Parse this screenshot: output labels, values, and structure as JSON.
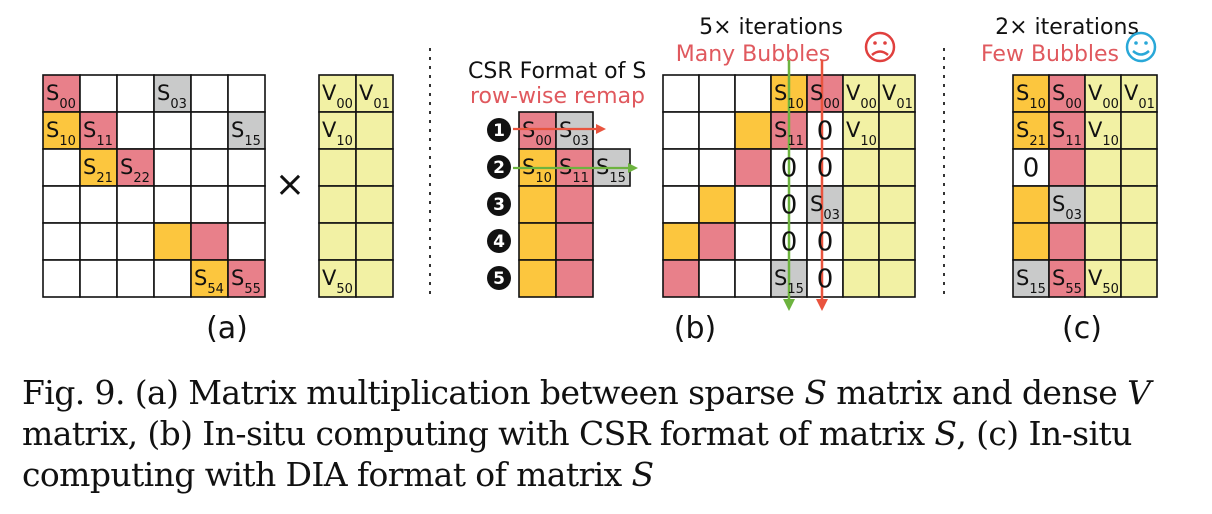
{
  "colors": {
    "red": "#E8808A",
    "orange": "#FCC63E",
    "gray": "#C9CACA",
    "yellow": "#F2F1A4",
    "white": "#FFFFFF",
    "arrow_red": "#E9543E",
    "arrow_green": "#6DB33F",
    "label_red": "#E0595E",
    "smiley_blue": "#29A8D8",
    "frown_red": "#E0403E"
  },
  "panel_a": {
    "label": "(a)",
    "times_symbol": "×",
    "S_matrix": [
      [
        "r:00",
        "w",
        "w",
        "g:03",
        "w",
        "w"
      ],
      [
        "o:10",
        "r:11",
        "w",
        "w",
        "w",
        "g:15"
      ],
      [
        "w",
        "o:21",
        "r:22",
        "w",
        "w",
        "w"
      ],
      [
        "w",
        "w",
        "w",
        "w",
        "w",
        "w"
      ],
      [
        "w",
        "w",
        "w",
        "o",
        "r",
        "w"
      ],
      [
        "w",
        "w",
        "w",
        "w",
        "o:54",
        "r:55"
      ]
    ],
    "V_matrix": [
      [
        "y:V00",
        "y:V01"
      ],
      [
        "y:V10",
        "y"
      ],
      [
        "y",
        "y"
      ],
      [
        "y",
        "y"
      ],
      [
        "y",
        "y"
      ],
      [
        "y:V50",
        "y"
      ]
    ]
  },
  "panel_b": {
    "label": "(b)",
    "title": "CSR Format of S",
    "subtitle": "row-wise remap",
    "row_numbers": [
      "1",
      "2",
      "3",
      "4",
      "5"
    ],
    "csr_rows": [
      [
        "r:00",
        "g:03"
      ],
      [
        "o:10",
        "r:11",
        "g:15"
      ],
      [
        "o",
        "r"
      ],
      [
        "o",
        "r"
      ],
      [
        "o",
        "r"
      ]
    ],
    "iterations": "5× iterations",
    "bubbles": "Many Bubbles",
    "grid": [
      [
        "w",
        "w",
        "w",
        "o:10",
        "r:00",
        "y:V00",
        "y:V01"
      ],
      [
        "w",
        "w",
        "o",
        "r:11",
        "z",
        "y:V10",
        "y"
      ],
      [
        "w",
        "w",
        "r",
        "z",
        "z",
        "y",
        "y"
      ],
      [
        "w",
        "o",
        "w",
        "z",
        "g:03",
        "y",
        "y"
      ],
      [
        "o",
        "r",
        "w",
        "z",
        "z",
        "y",
        "y"
      ],
      [
        "r",
        "w",
        "w",
        "g:15",
        "z",
        "y",
        "y"
      ]
    ]
  },
  "panel_c": {
    "label": "(c)",
    "iterations": "2× iterations",
    "bubbles": "Few Bubbles",
    "grid": [
      [
        "o:10",
        "r:00",
        "y:V00",
        "y:V01"
      ],
      [
        "o:21",
        "r:11",
        "y:V10",
        "y"
      ],
      [
        "z",
        "r",
        "y",
        "y"
      ],
      [
        "o",
        "g:03",
        "y",
        "y"
      ],
      [
        "o",
        "r",
        "y",
        "y"
      ],
      [
        "g:15",
        "r:55",
        "y:V50",
        "y"
      ]
    ]
  },
  "caption": {
    "p1": "Fig. 9.  (a) Matrix multiplication between sparse ",
    "S1": "S",
    "p2": " matrix and dense ",
    "V1": "V",
    "p3": " matrix, (b) In-situ computing with CSR format of matrix ",
    "S2": "S",
    "p4": ", (c) In-situ computing with DIA format of matrix ",
    "S3": "S"
  }
}
